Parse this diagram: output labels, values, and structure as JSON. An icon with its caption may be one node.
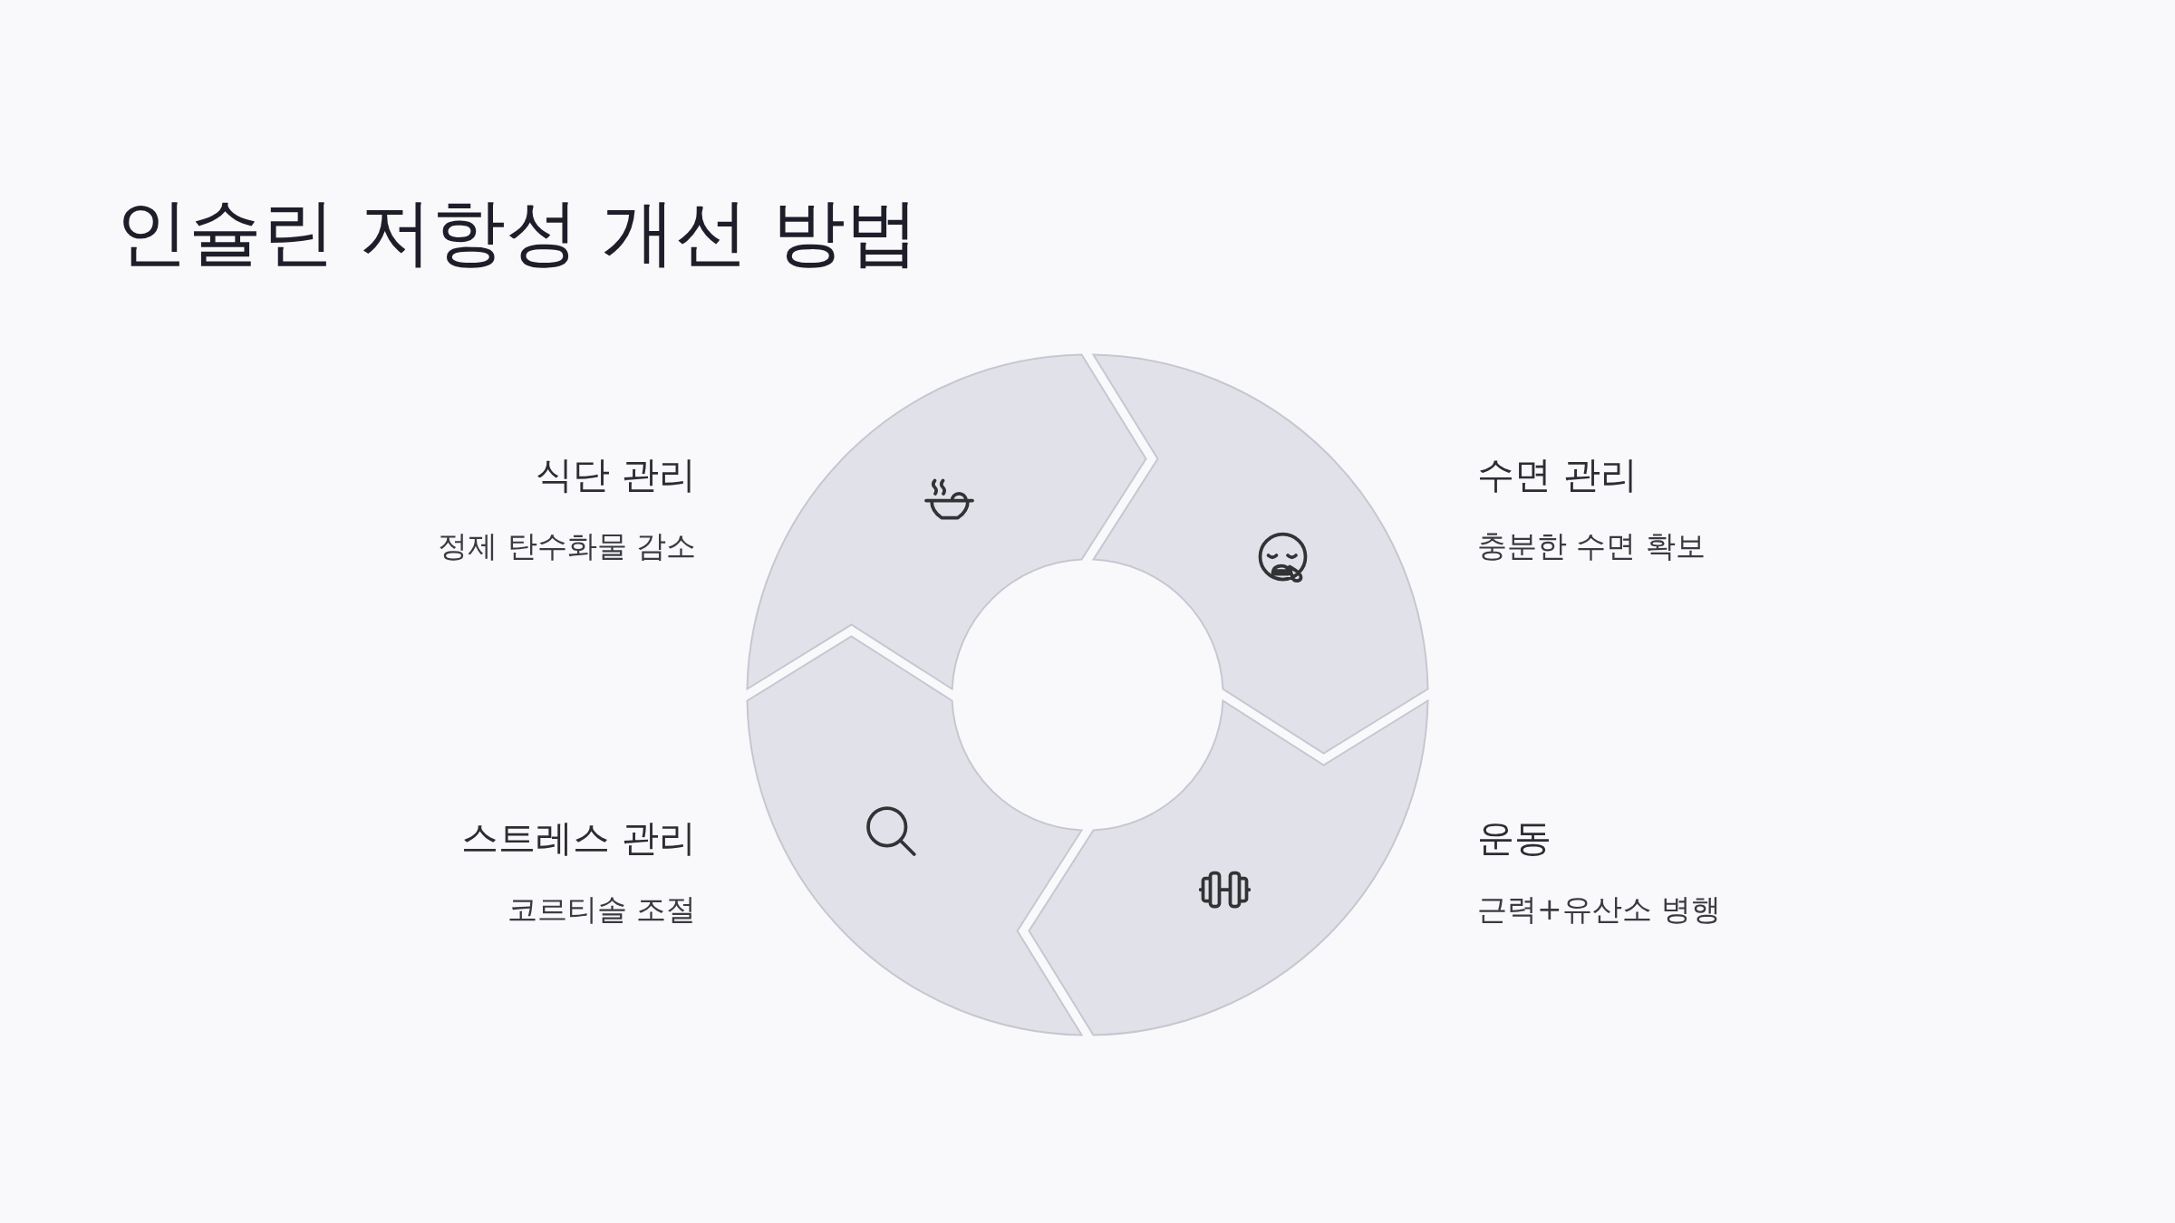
{
  "diagram": {
    "title": "인슐린 저항성 개선 방법",
    "nodes": [
      {
        "text": [
          "식단 관리",
          "정제 탄수화물 감소"
        ]
      },
      {
        "text": [
          "수면 관리",
          "충분한 수면 확보"
        ]
      },
      {
        "text": [
          "스트레스 관리",
          "코르티솔 조절"
        ]
      },
      {
        "text": [
          "운동",
          "근력+유산소 병행"
        ]
      }
    ]
  }
}
